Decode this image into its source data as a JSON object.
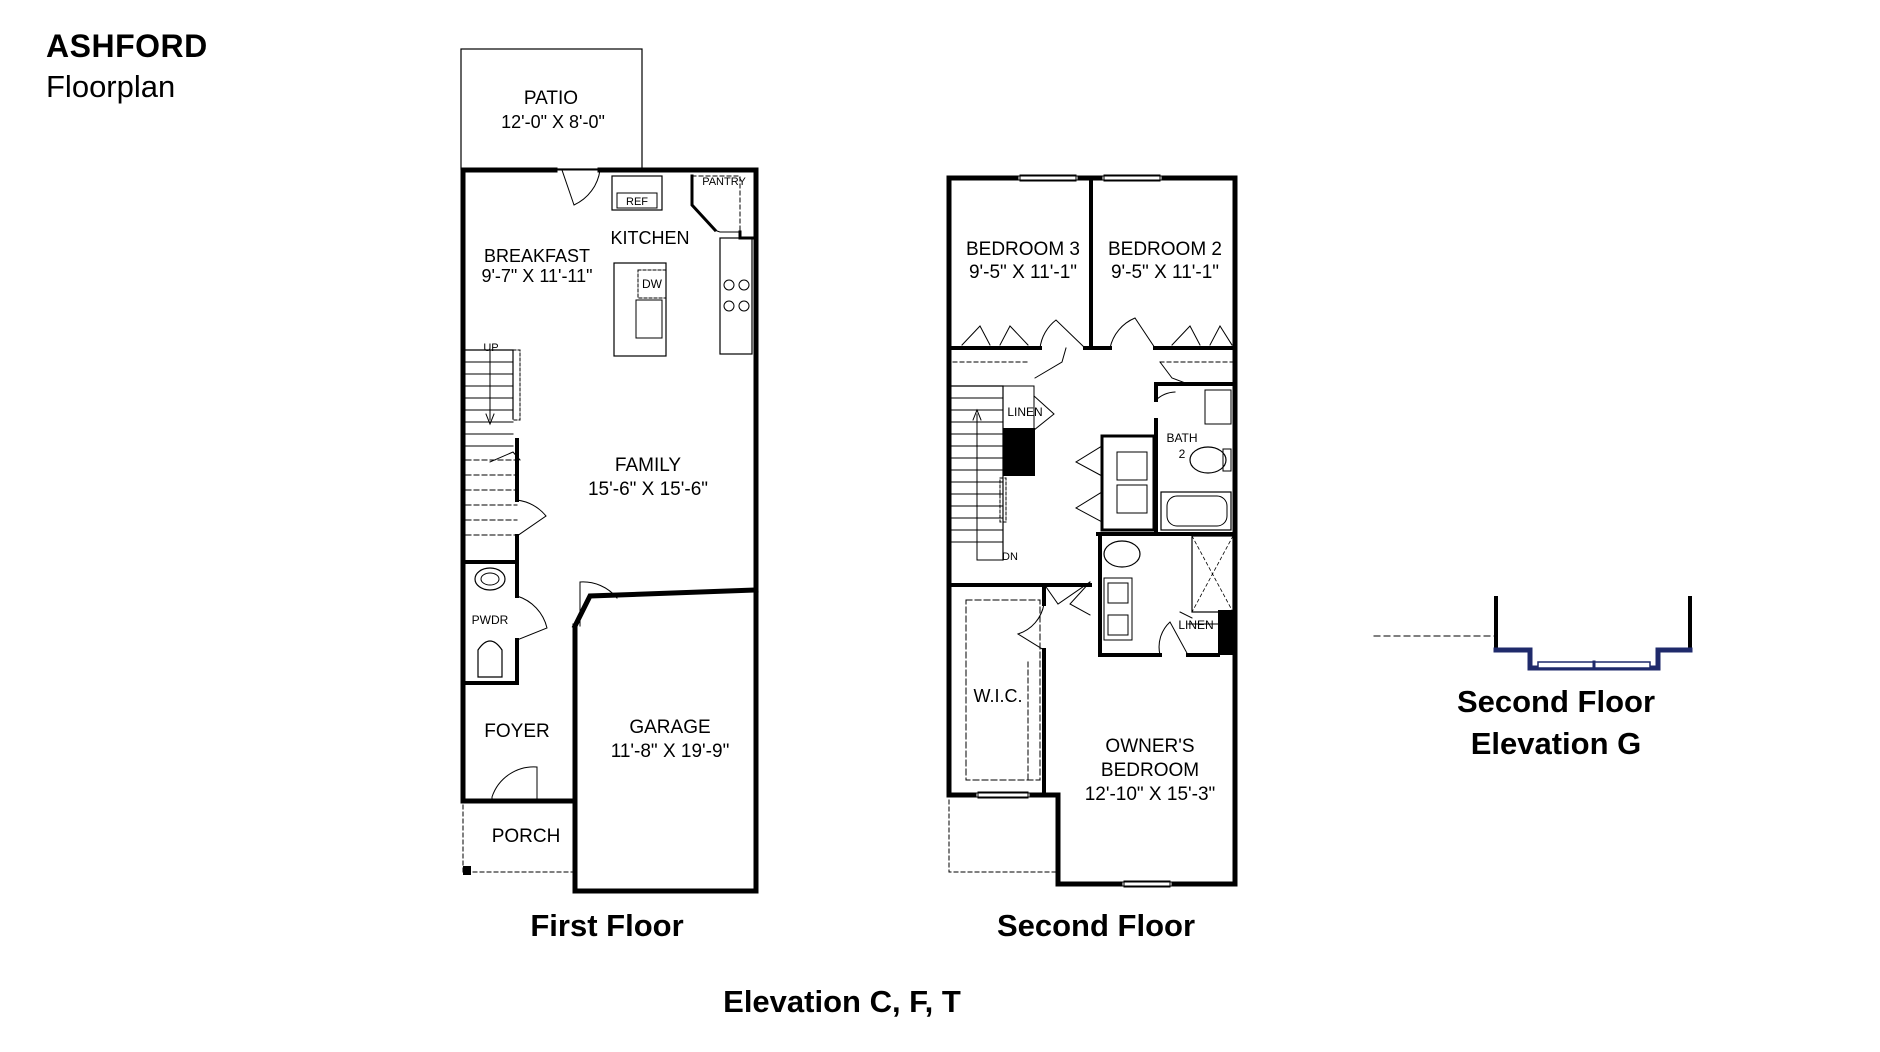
{
  "header": {
    "title": "ASHFORD",
    "subtitle": "Floorplan"
  },
  "first_floor": {
    "caption": "First Floor",
    "rooms": {
      "patio": {
        "name": "PATIO",
        "dim": "12'-0\" X 8'-0\""
      },
      "kitchen": {
        "name": "KITCHEN"
      },
      "pantry": {
        "name": "PANTRY"
      },
      "ref": {
        "name": "REF"
      },
      "dw": {
        "name": "DW"
      },
      "breakfast": {
        "name": "BREAKFAST",
        "dim": "9'-7\" X 11'-11\""
      },
      "up": {
        "name": "UP"
      },
      "family": {
        "name": "FAMILY",
        "dim": "15'-6\" X 15'-6\""
      },
      "pwdr": {
        "name": "PWDR"
      },
      "foyer": {
        "name": "FOYER"
      },
      "garage": {
        "name": "GARAGE",
        "dim": "11'-8\" X 19'-9\""
      },
      "porch": {
        "name": "PORCH"
      }
    }
  },
  "second_floor": {
    "caption": "Second Floor",
    "rooms": {
      "bedroom3": {
        "name": "BEDROOM 3",
        "dim": "9'-5\" X 11'-1\""
      },
      "bedroom2": {
        "name": "BEDROOM 2",
        "dim": "9'-5\" X 11'-1\""
      },
      "linen1": {
        "name": "LINEN"
      },
      "bath2_a": {
        "name": "BATH"
      },
      "bath2_b": {
        "name": "2"
      },
      "dn": {
        "name": "DN"
      },
      "linen2": {
        "name": "LINEN"
      },
      "wic": {
        "name": "W.I.C."
      },
      "owners1": {
        "name": "OWNER'S"
      },
      "owners2": {
        "name": "BEDROOM"
      },
      "owners_dim": {
        "name": "12'-10\" X 15'-3\""
      }
    }
  },
  "elevation_g": {
    "line1": "Second Floor",
    "line2": "Elevation G",
    "accent_color": "#1f2a6b"
  },
  "footer": {
    "caption": "Elevation C, F, T"
  }
}
